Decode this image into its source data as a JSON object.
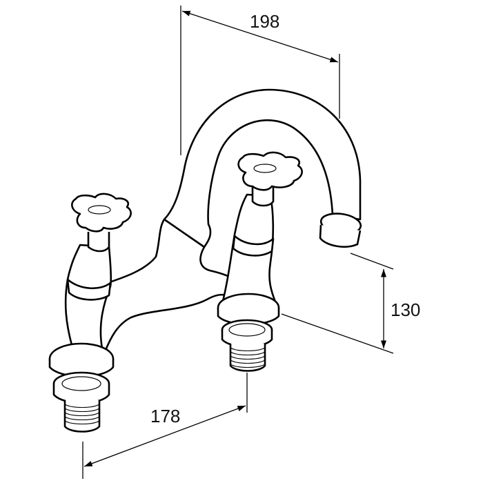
{
  "dimensions": {
    "spout_reach": "198",
    "spout_height": "130",
    "tap_centres": "178"
  }
}
